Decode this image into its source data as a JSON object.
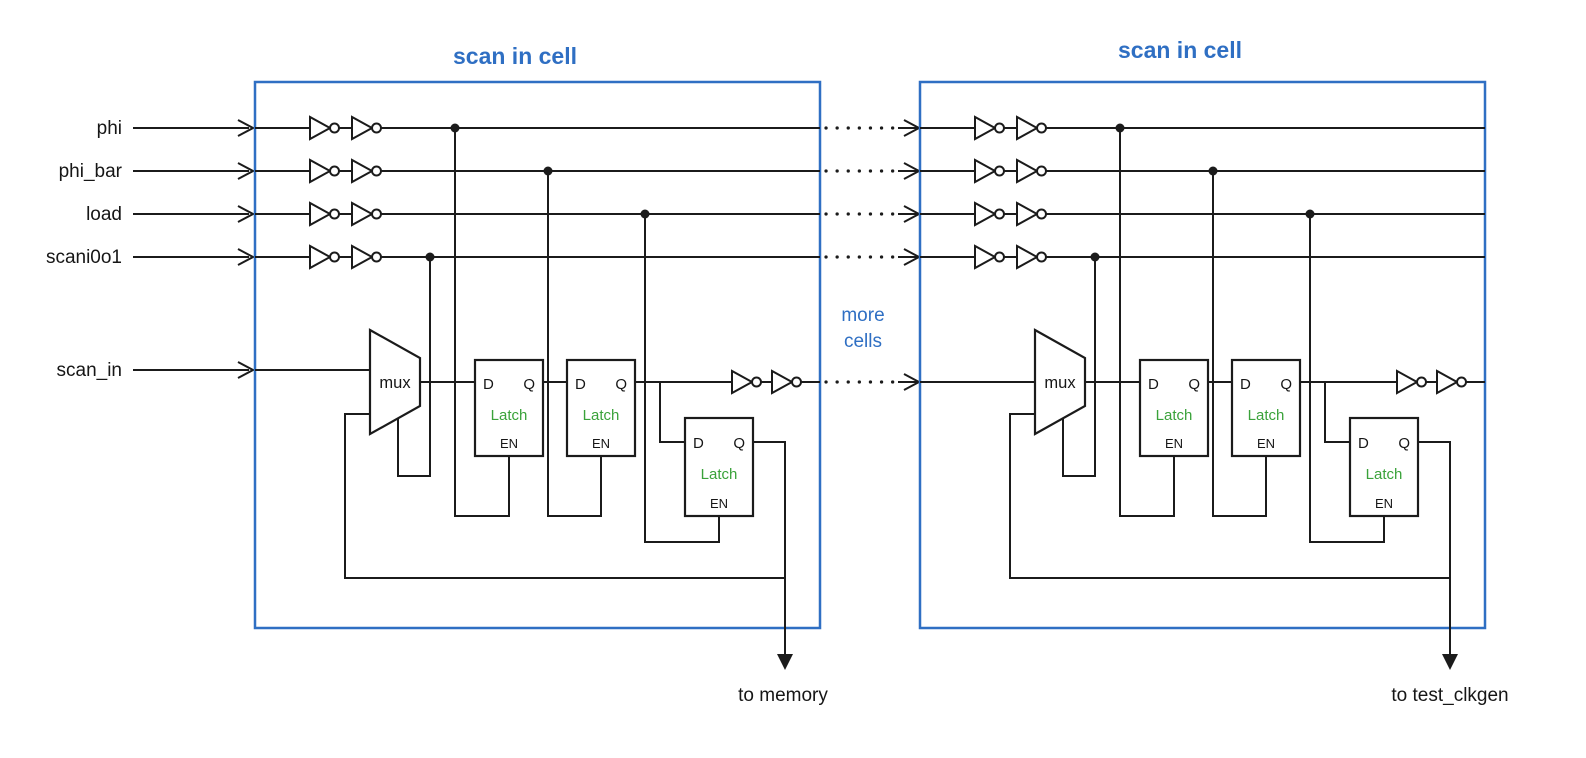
{
  "colors": {
    "accent_blue": "#2f6fc3",
    "latch_green": "#3aa23a",
    "wire_black": "#1b1b1b",
    "background": "#ffffff"
  },
  "inputs": [
    {
      "label": "phi"
    },
    {
      "label": "phi_bar"
    },
    {
      "label": "load"
    },
    {
      "label": "scani0o1"
    },
    {
      "label": "scan_in"
    }
  ],
  "cells": [
    {
      "title": "scan in cell",
      "output_label": "to memory"
    },
    {
      "title": "scan in cell",
      "output_label": "to test_clkgen"
    }
  ],
  "between_cells": {
    "line1": "more",
    "line2": "cells"
  },
  "components": {
    "mux": "mux",
    "latch_d": "D",
    "latch_q": "Q",
    "latch": "Latch",
    "latch_en": "EN"
  }
}
